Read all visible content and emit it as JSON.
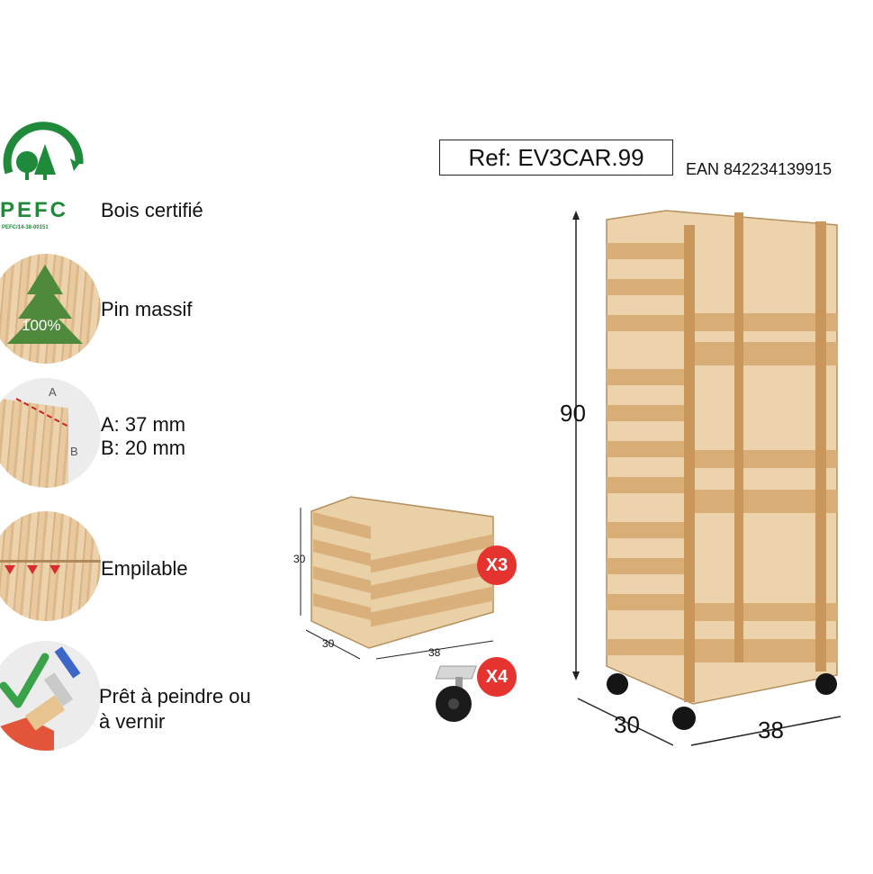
{
  "header": {
    "ref": "Ref: EV3CAR.99",
    "ean": "EAN 842234139915"
  },
  "pefc_logo": {
    "brand": "PEFC",
    "code": "PEFC/14-38-00151"
  },
  "features": [
    {
      "icon": "pefc-logo-icon",
      "label": "Bois certifié"
    },
    {
      "icon": "pine-tree-icon",
      "label": "Pin massif",
      "badge": "100%"
    },
    {
      "icon": "plank-dimensions-icon",
      "label_a": "A: 37 mm",
      "label_b": "B: 20 mm",
      "tag_a": "A",
      "tag_b": "B"
    },
    {
      "icon": "stackable-arrows-icon",
      "label": "Empilable"
    },
    {
      "icon": "paintbrush-check-icon",
      "label_1": "Prêt à peindre ou",
      "label_2": "à vernir"
    }
  ],
  "small_crate": {
    "height": "30",
    "depth": "30",
    "width": "38",
    "qty_crates": "X3",
    "qty_wheels": "X4"
  },
  "tower": {
    "height": "90",
    "depth": "30",
    "width": "38"
  }
}
